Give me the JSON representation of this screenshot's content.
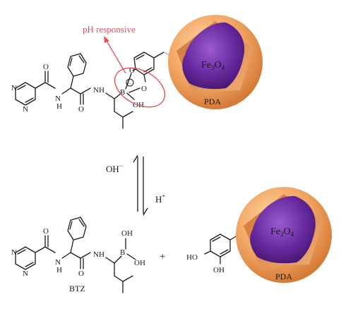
{
  "annotation": {
    "text": "pH responsive",
    "color": "#e0525a"
  },
  "conditions": {
    "base": "OH",
    "base_sup": "−",
    "acid": "H",
    "acid_sup": "+"
  },
  "plus": "+",
  "drug_label": "BTZ",
  "nanoparticle": {
    "core_main": "Fe",
    "core_sub1": "3",
    "core_o": "O",
    "core_sub2": "4",
    "shell": "PDA",
    "core_color": "#6a2aa0",
    "shell_color": "#f0a868"
  },
  "atoms": {
    "N": "N",
    "H": "H",
    "O": "O",
    "B": "B",
    "OH": "OH",
    "HO": "HO",
    "minus": "−"
  }
}
